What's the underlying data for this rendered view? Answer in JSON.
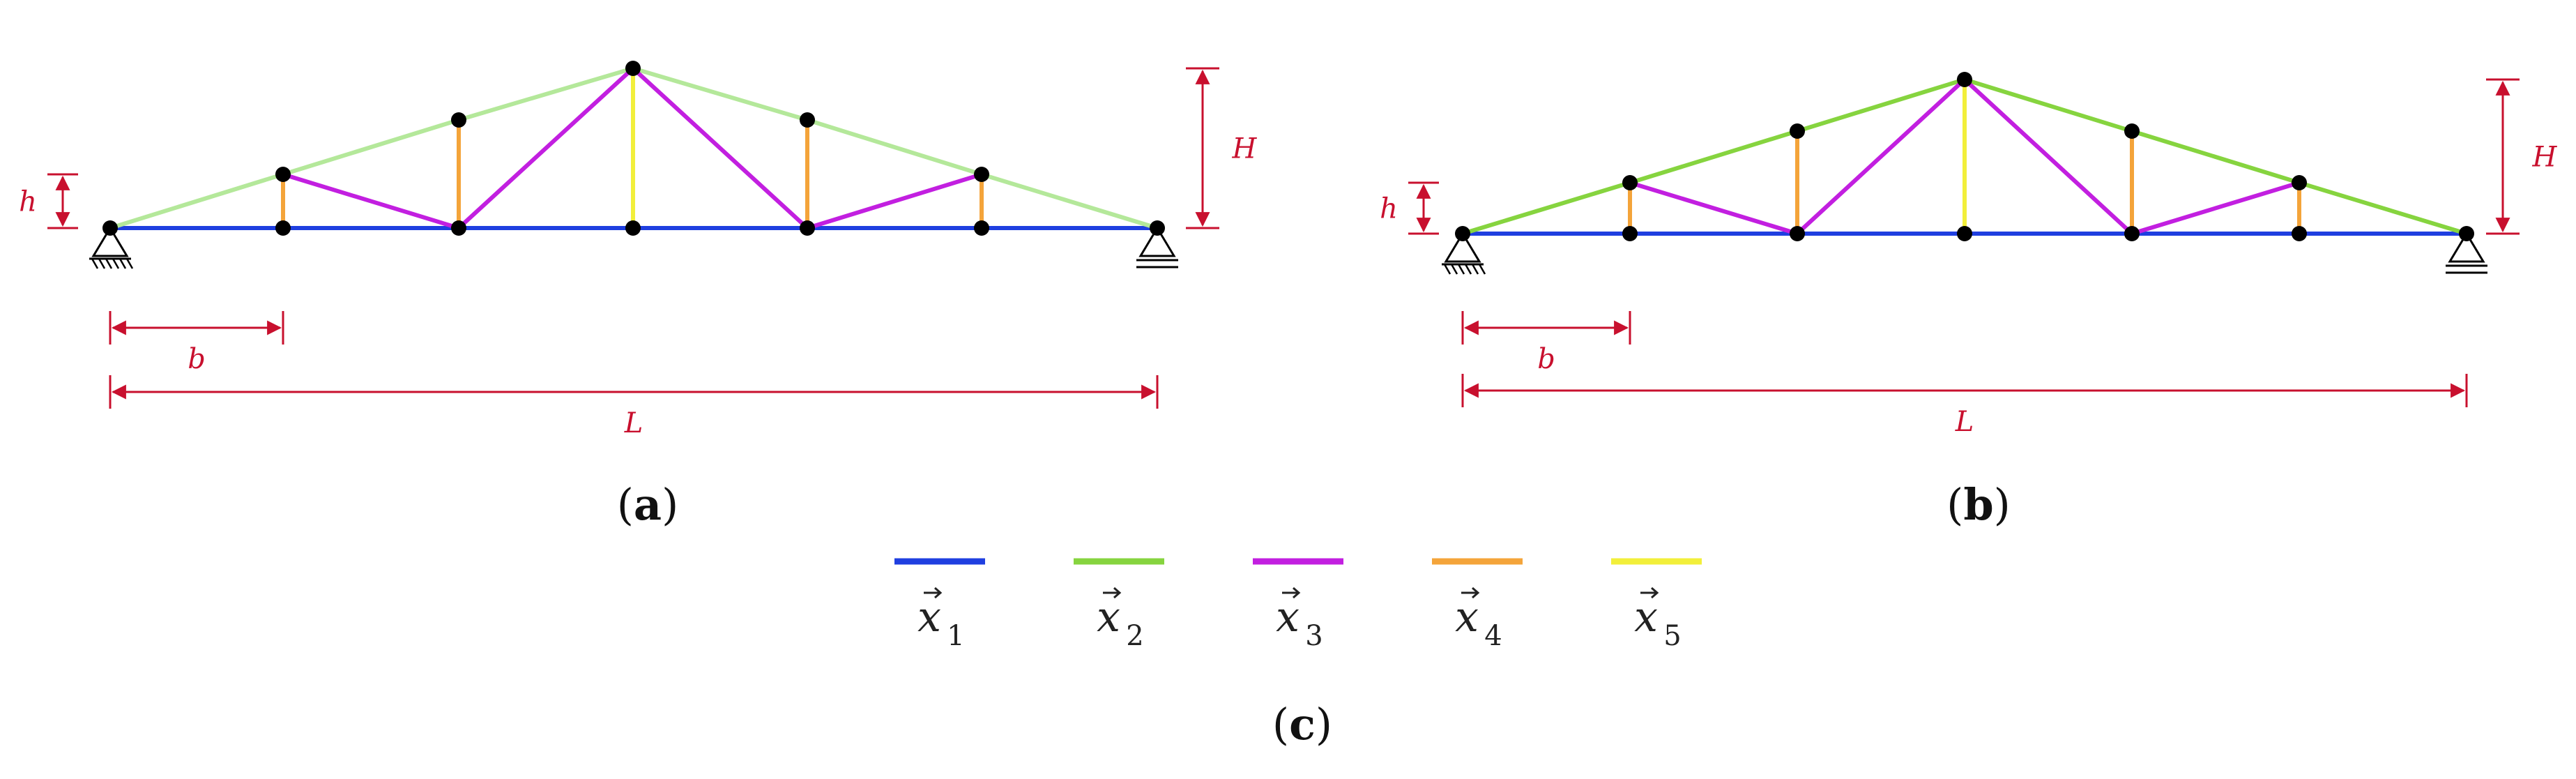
{
  "colors": {
    "x1": "#1f3fe0",
    "x2_a": "#b4e89a",
    "x2_b": "#86d43f",
    "x3": "#c21fe0",
    "x4": "#f4a43a",
    "x5": "#f2ef3a",
    "dimension": "#c8102e",
    "node": "#000000"
  },
  "panel_a": {
    "label": "a",
    "dims": {
      "h": "h",
      "H": "H",
      "b": "b",
      "L": "L"
    }
  },
  "panel_b": {
    "label": "b",
    "dims": {
      "h": "h",
      "H": "H",
      "b": "b",
      "L": "L"
    }
  },
  "legend": {
    "label": "c",
    "items": [
      {
        "symbol": "x",
        "sub": "1",
        "color_key": "x1"
      },
      {
        "symbol": "x",
        "sub": "2",
        "color_key": "x2_b"
      },
      {
        "symbol": "x",
        "sub": "3",
        "color_key": "x3"
      },
      {
        "symbol": "x",
        "sub": "4",
        "color_key": "x4"
      },
      {
        "symbol": "x",
        "sub": "5",
        "color_key": "x5"
      }
    ]
  }
}
